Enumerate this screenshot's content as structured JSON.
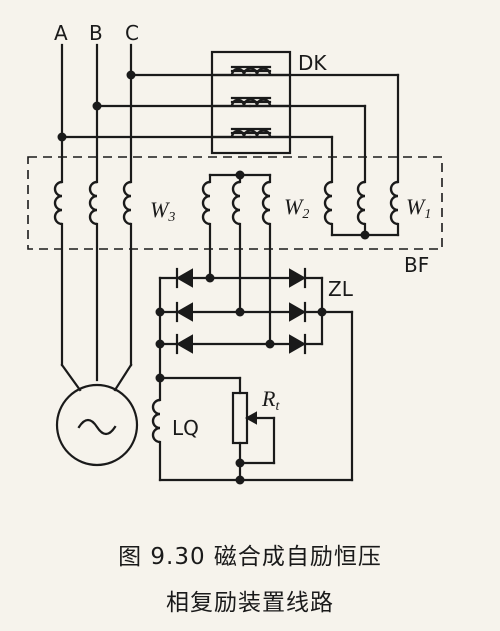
{
  "labels": {
    "phase_a": "A",
    "phase_b": "B",
    "phase_c": "C",
    "reactor": "DK",
    "transformer_box": "BF",
    "rectifier": "ZL",
    "field_winding": "LQ",
    "winding_w3": "W",
    "winding_w3_sub": "3",
    "winding_w2": "W",
    "winding_w2_sub": "2",
    "winding_w1": "W",
    "winding_w1_sub": "1",
    "resistor": "R",
    "resistor_sub": "t"
  },
  "caption": {
    "line1": "图 9.30   磁合成自励恒压",
    "line2": "相复励装置线路"
  }
}
